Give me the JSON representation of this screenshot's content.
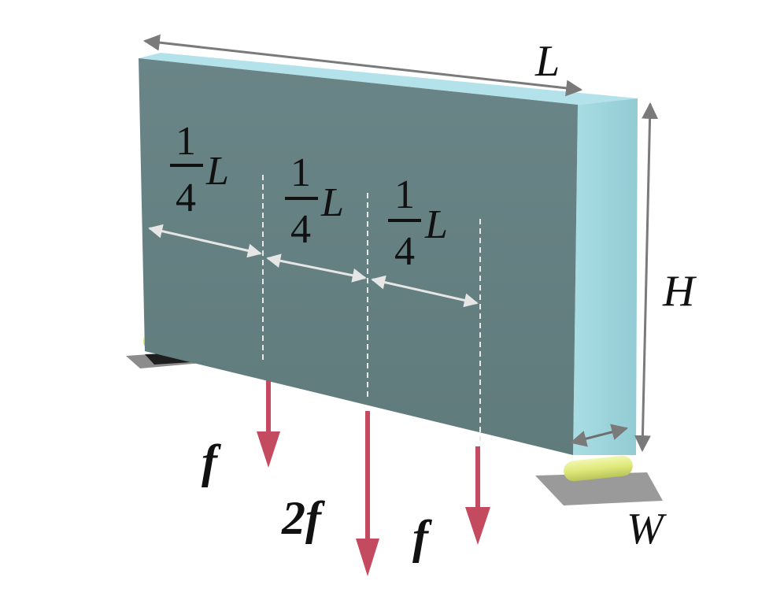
{
  "dimensions": {
    "length": "L",
    "height": "H",
    "width": "W"
  },
  "spacing": {
    "numerator": "1",
    "denominator": "4",
    "variable": "L"
  },
  "loads": [
    {
      "label": "f"
    },
    {
      "label": "2f"
    },
    {
      "label": "f"
    }
  ],
  "colors": {
    "beam_front": "#657f80",
    "beam_top": "#b3e2ea",
    "beam_side": "#9fd6dd",
    "arrow": "#c44b5f",
    "dim_arrow": "#7a7a7a",
    "spacing_arrow": "#e6e6e6",
    "roller": "#e6f08a"
  }
}
